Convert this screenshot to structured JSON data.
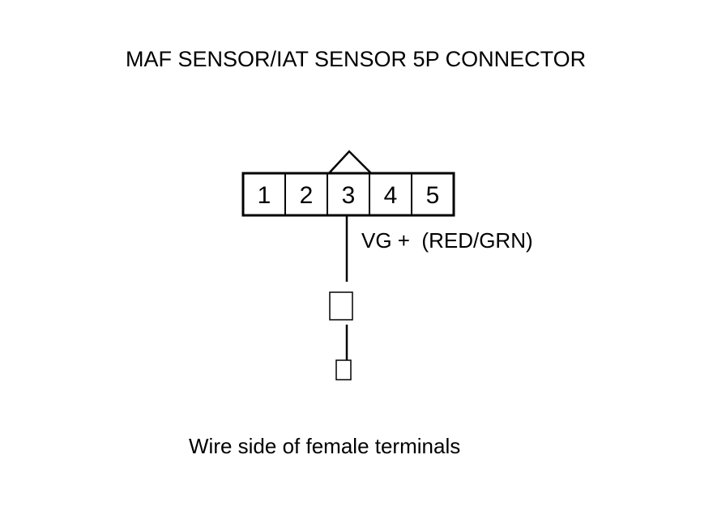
{
  "title": "MAF SENSOR/IAT SENSOR 5P CONNECTOR",
  "connector": {
    "pins": [
      "1",
      "2",
      "3",
      "4",
      "5"
    ],
    "wired_pin": 3
  },
  "wire": {
    "label": "VG +  (RED/GRN)"
  },
  "caption": "Wire side of female terminals"
}
